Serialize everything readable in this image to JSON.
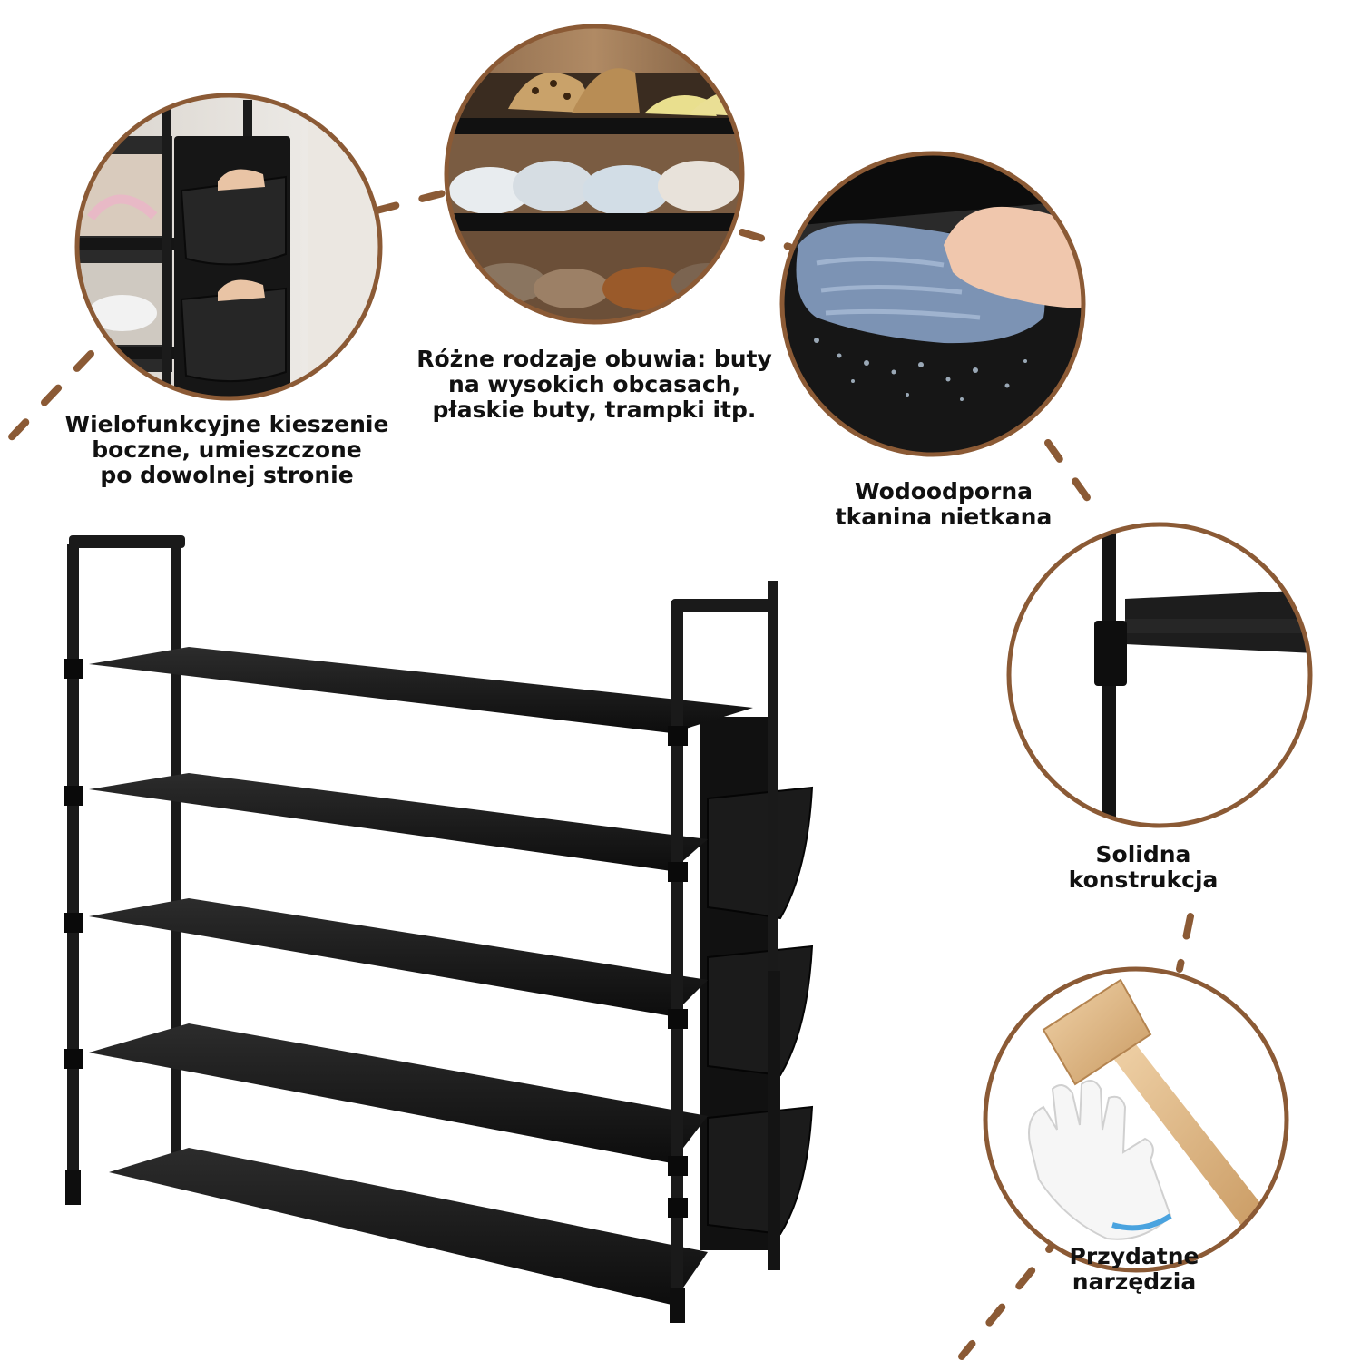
{
  "colors": {
    "accent_brown": "#8b5a35",
    "rack_black": "#1a1a1a",
    "shelf_black": "#111111",
    "background": "#ffffff",
    "caption_text": "#111111"
  },
  "features": [
    {
      "id": "pockets",
      "lines": [
        "Wielofunkcyjne kieszenie",
        "boczne, umieszczone",
        "po dowolnej stronie"
      ]
    },
    {
      "id": "shoes",
      "lines": [
        "Różne rodzaje obuwia: buty",
        "na wysokich obcasach,",
        "płaskie buty, trampki itp."
      ]
    },
    {
      "id": "fabric",
      "lines": [
        "Wodoodporna",
        "tkanina nietkana"
      ]
    },
    {
      "id": "frame",
      "lines": [
        "Solidna",
        "konstrukcja"
      ]
    },
    {
      "id": "tools",
      "lines": [
        "Przydatne",
        "narzędzia"
      ]
    }
  ],
  "product": {
    "shelf_count": 5,
    "side_pocket_count": 3
  }
}
